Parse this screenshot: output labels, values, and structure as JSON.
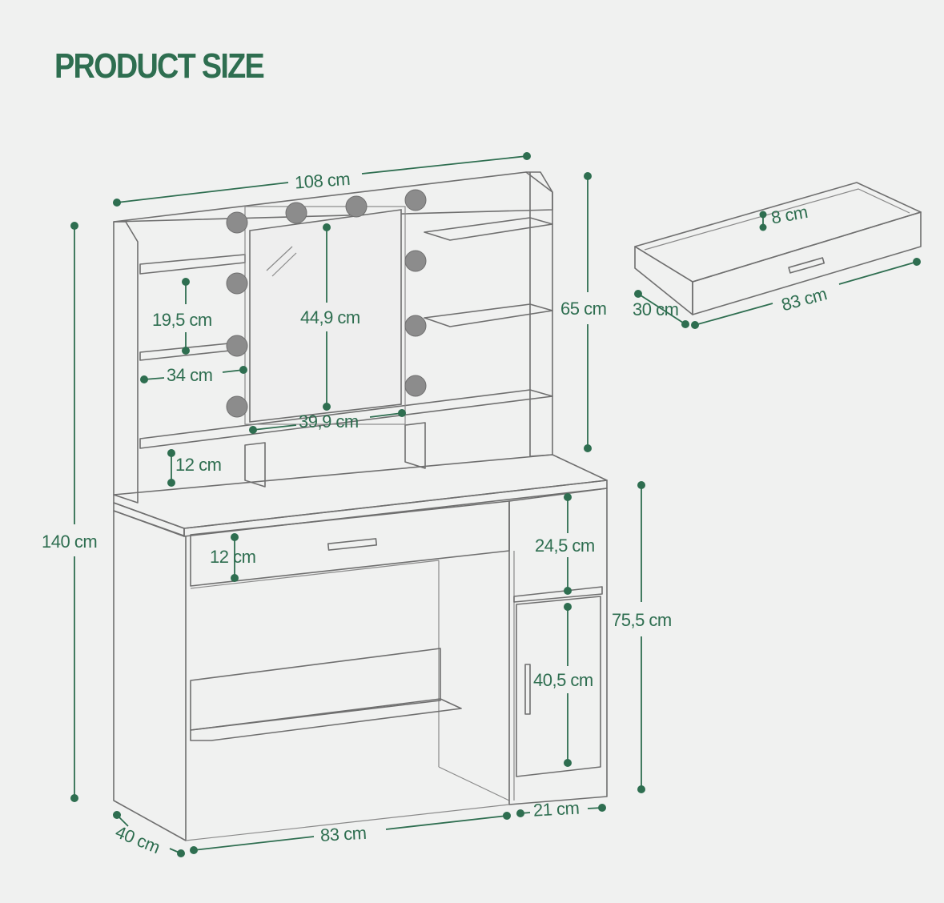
{
  "title": "PRODUCT SIZE",
  "colors": {
    "accent": "#2e6e50",
    "outline": "#6f6f6f",
    "background": "#f0f1f0"
  },
  "dimensions": {
    "total_width": "108 cm",
    "total_height": "140 cm",
    "hutch_height": "65 cm",
    "desk_height": "75,5 cm",
    "shelf_spacing": "19,5 cm",
    "shelf_width": "34 cm",
    "mirror_height": "44,9 cm",
    "mirror_width": "39,9 cm",
    "lower_shelf_height": "12 cm",
    "drawer_front_height": "12 cm",
    "open_compartment_height": "24,5 cm",
    "door_height": "40,5 cm",
    "knee_width": "83 cm",
    "depth": "40 cm",
    "cabinet_width": "21 cm"
  },
  "drawer_detail": {
    "height": "8 cm",
    "width": "83 cm",
    "depth": "30 cm"
  }
}
